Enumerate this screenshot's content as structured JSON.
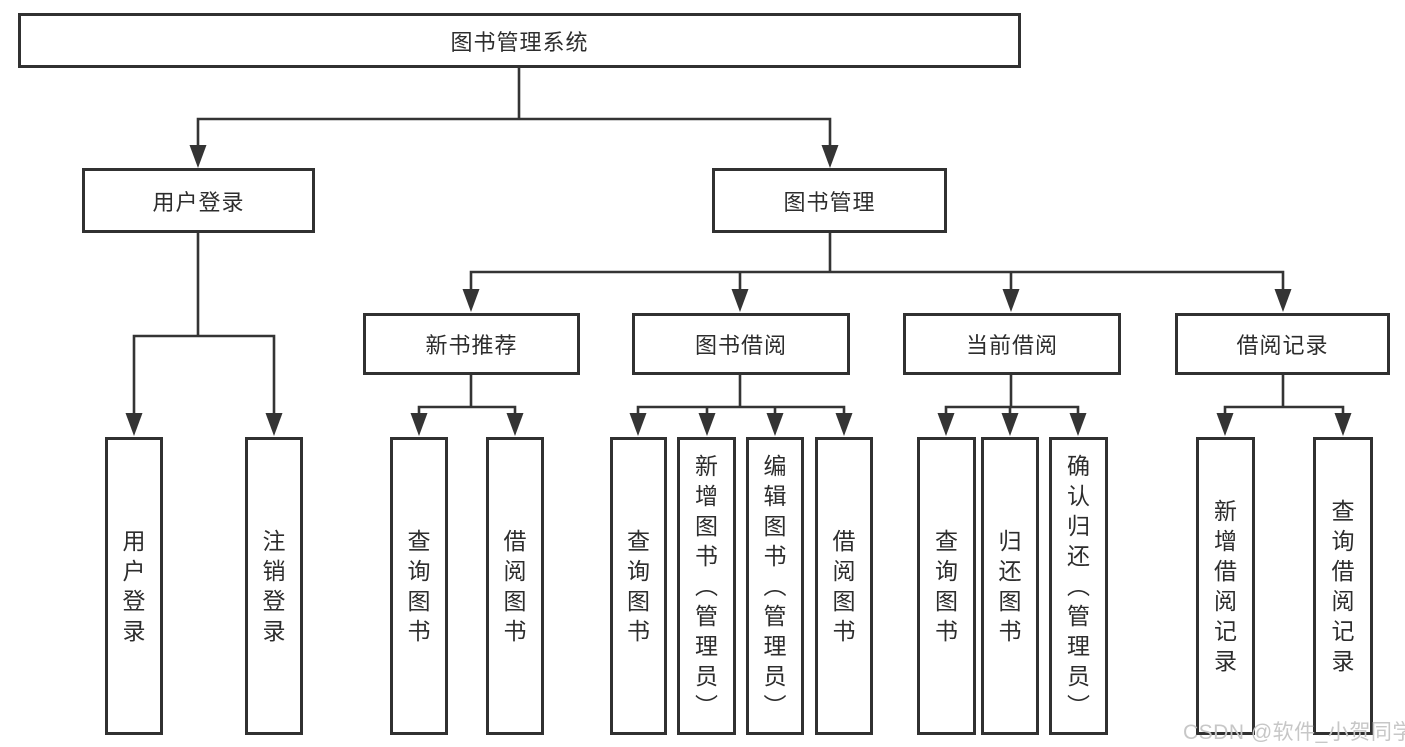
{
  "hierarchy": {
    "label": "图书管理系统",
    "children": [
      {
        "label": "用户登录",
        "children": [
          {
            "label": "用户登录"
          },
          {
            "label": "注销登录"
          }
        ]
      },
      {
        "label": "图书管理",
        "children": [
          {
            "label": "新书推荐",
            "children": [
              {
                "label": "查询图书"
              },
              {
                "label": "借阅图书"
              }
            ]
          },
          {
            "label": "图书借阅",
            "children": [
              {
                "label": "查询图书"
              },
              {
                "label": "新增图书（管理员）"
              },
              {
                "label": "编辑图书（管理员）"
              },
              {
                "label": "借阅图书"
              }
            ]
          },
          {
            "label": "当前借阅",
            "children": [
              {
                "label": "查询图书"
              },
              {
                "label": "归还图书"
              },
              {
                "label": "确认归还（管理员）"
              }
            ]
          },
          {
            "label": "借阅记录",
            "children": [
              {
                "label": "新增借阅记录"
              },
              {
                "label": "查询借阅记录"
              }
            ]
          }
        ]
      }
    ]
  },
  "watermark": "CSDN @软件_小贺同学",
  "colors": {
    "line": "#343434",
    "box_border": "#313131",
    "text": "#2d2d2d",
    "watermark": "#c7c7c7",
    "background": "#ffffff"
  }
}
